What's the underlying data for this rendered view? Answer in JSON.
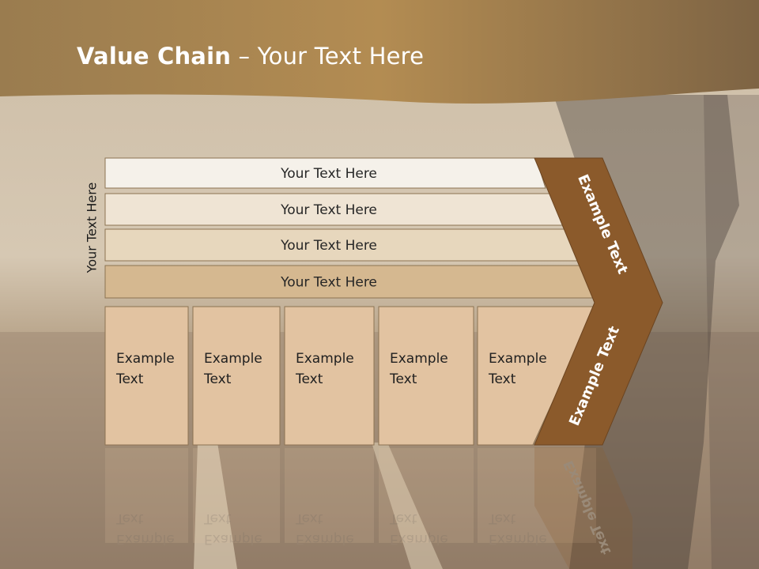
{
  "slide": {
    "title_bold": "Value Chain",
    "title_rest": " – Your Text Here",
    "side_label": "Your Text Here"
  },
  "bars": [
    {
      "label": "Your Text Here",
      "fill": "#f5f1ea"
    },
    {
      "label": "Your Text Here",
      "fill": "#efe4d4"
    },
    {
      "label": "Your Text Here",
      "fill": "#e7d7bd"
    },
    {
      "label": "Your Text Here",
      "fill": "#d5b890"
    }
  ],
  "cells": [
    {
      "line1": "Example",
      "line2": "Text"
    },
    {
      "line1": "Example",
      "line2": "Text"
    },
    {
      "line1": "Example",
      "line2": "Text"
    },
    {
      "line1": "Example",
      "line2": "Text"
    },
    {
      "line1": "Example",
      "line2": "Text"
    }
  ],
  "chevron": {
    "top_label": "Example Text",
    "bottom_label": "Example Text",
    "color": "#8b5a2b"
  },
  "colors": {
    "header": "#b08a4e",
    "cell_fill": "#e2c3a1",
    "background": "#cbbca5"
  }
}
